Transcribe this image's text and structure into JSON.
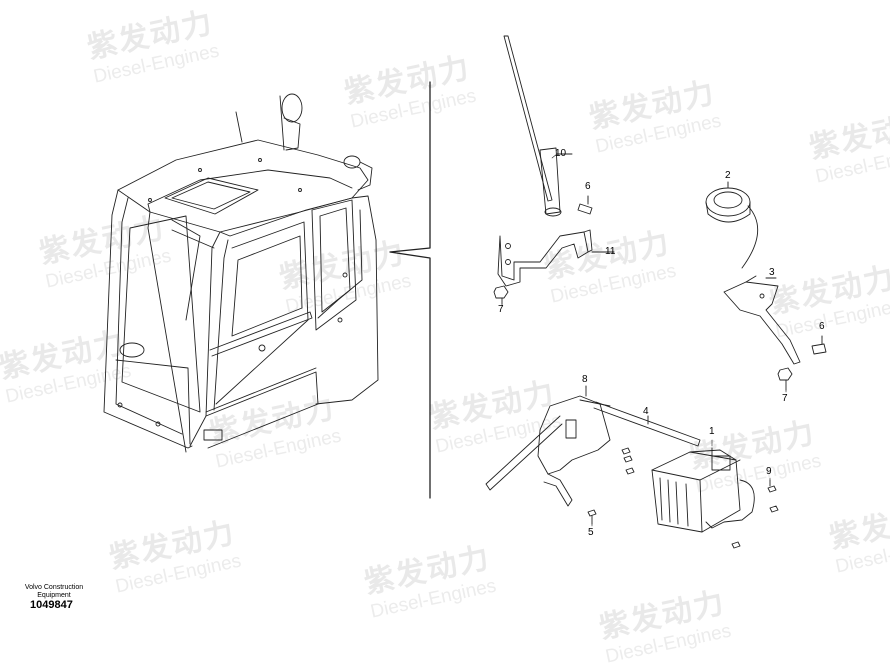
{
  "watermark": {
    "text_cn": "紫发动力",
    "text_en": "Diesel-Engines"
  },
  "callouts": [
    {
      "label": "10"
    },
    {
      "label": "6"
    },
    {
      "label": "11"
    },
    {
      "label": "7"
    },
    {
      "label": "2"
    },
    {
      "label": "3"
    },
    {
      "label": "6"
    },
    {
      "label": "7"
    },
    {
      "label": "8"
    },
    {
      "label": "4"
    },
    {
      "label": "1"
    },
    {
      "label": "9"
    },
    {
      "label": "5"
    }
  ],
  "footer": {
    "company": "Volvo Construction Equipment",
    "drawing_id": "1049847"
  }
}
